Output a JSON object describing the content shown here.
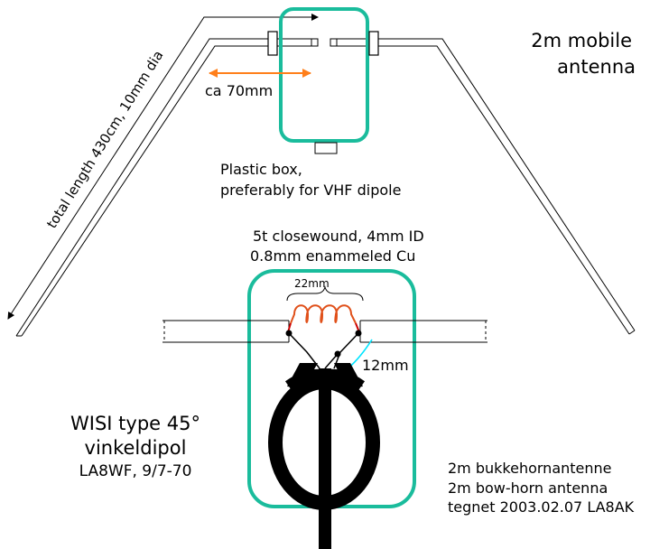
{
  "title": {
    "line1": "2m mobile",
    "line2": "antenna"
  },
  "labels": {
    "total_length": "total length 430cm, 10mm dia",
    "gap_width": "ca 70mm",
    "plastic_box_line1": "Plastic box,",
    "plastic_box_line2": "preferably for VHF dipole",
    "coil_line1": "5t closewound, 4mm ID",
    "coil_line2": "0.8mm enammeled Cu",
    "coil_length": "22mm",
    "gap_12": "12mm"
  },
  "wisi": {
    "line1": "WISI type 45°",
    "line2": "vinkeldipol",
    "line3": "LA8WF, 9/7-70"
  },
  "credit": {
    "line1": "2m bukkehornantenne",
    "line2": "2m bow-horn antenna",
    "line3": "tegnet 2003.02.07 LA8AK"
  },
  "colors": {
    "box_outline": "#1abc9c",
    "arrow": "#ff7f1a",
    "coil": "#e0501a",
    "coil_end": "#cc0000",
    "wire_cyan": "#00e5ff",
    "ink": "#000000"
  }
}
